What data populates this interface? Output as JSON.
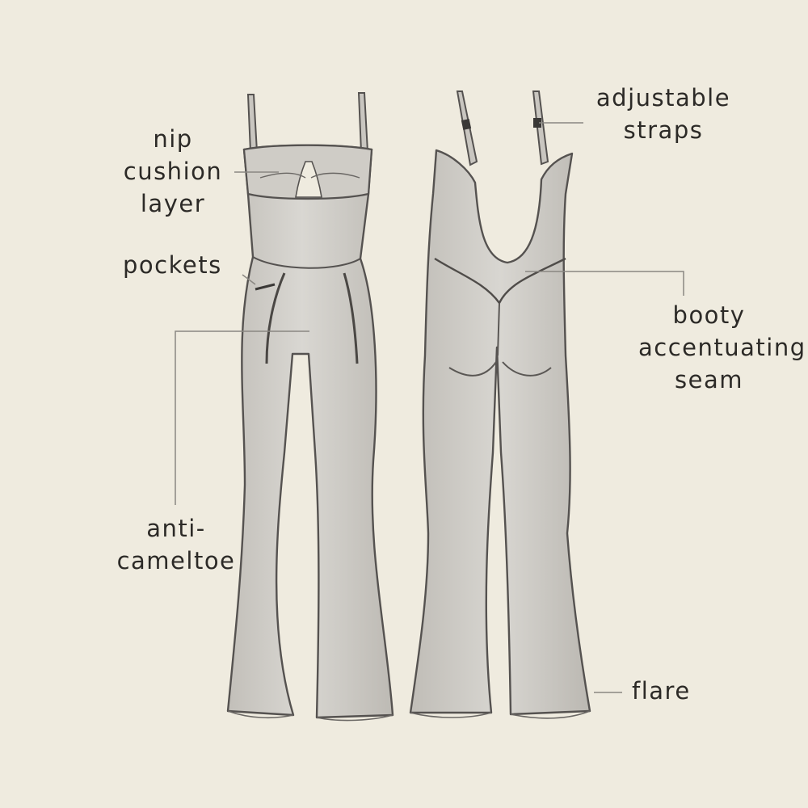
{
  "labels": {
    "nip_cushion_layer": [
      "nip",
      "cushion",
      "layer"
    ],
    "pockets": [
      "pockets"
    ],
    "anti_cameltoe": [
      "anti-",
      "cameltoe"
    ],
    "adjustable_straps": [
      "adjustable",
      "straps"
    ],
    "booty_accentuating_seam": [
      "booty",
      "accentuating",
      "seam"
    ],
    "flare": [
      "flare"
    ]
  },
  "colors": {
    "background": "#efebdf",
    "garment_fill": "#d6d4cf",
    "garment_shade": "#b9b6b0",
    "pencil_line": "#555250",
    "leader_line": "#8a8782",
    "text": "#2c2a27"
  }
}
